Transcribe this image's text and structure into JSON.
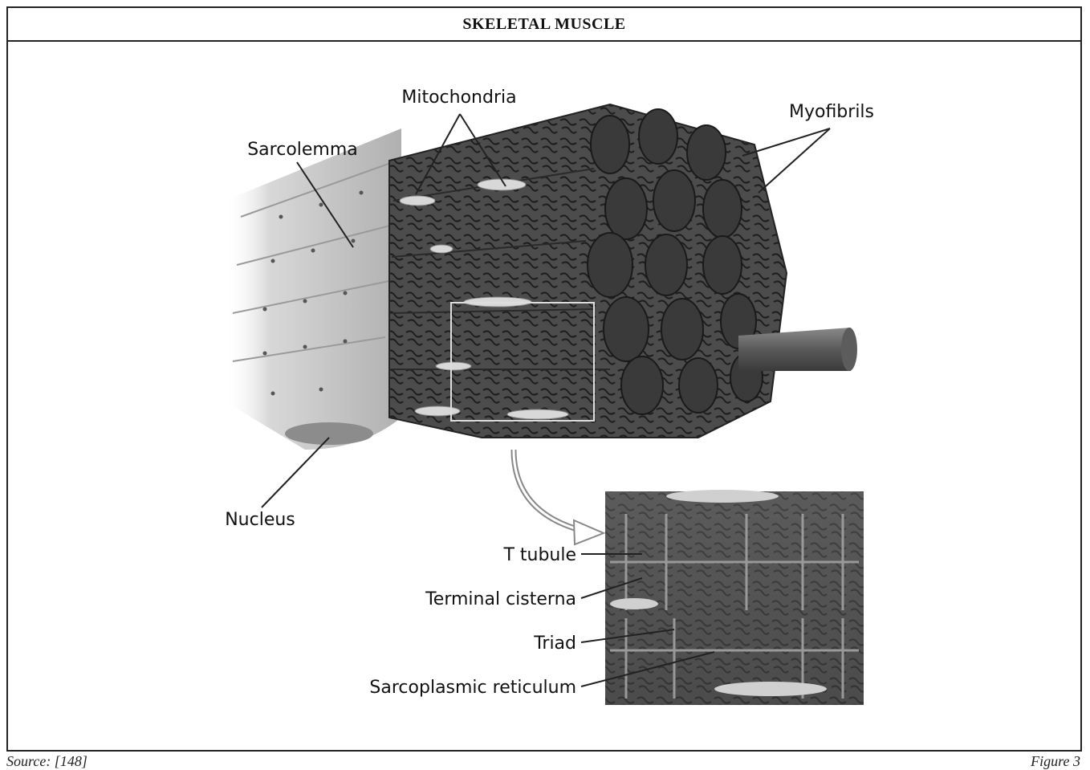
{
  "title": "SKELETAL MUSCLE",
  "labels": {
    "mitochondria": "Mitochondria",
    "myofibrils": "Myofibrils",
    "sarcolemma": "Sarcolemma",
    "nucleus": "Nucleus",
    "t_tubule": "T tubule",
    "terminal_cisterna": "Terminal cisterna",
    "triad": "Triad",
    "sarcoplasmic_reticulum": "Sarcoplasmic reticulum"
  },
  "footer": {
    "source": "Source: [148]",
    "figure": "Figure 3"
  }
}
